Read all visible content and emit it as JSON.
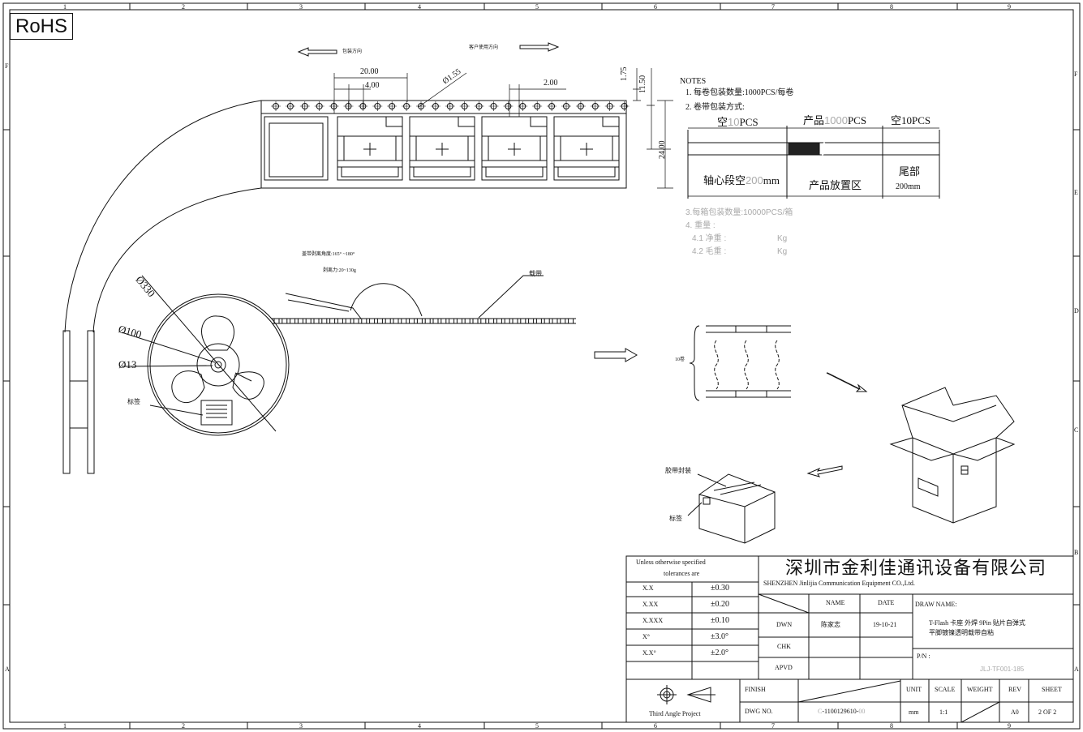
{
  "border": {
    "top_cols": [
      "1",
      "2",
      "3",
      "4",
      "5",
      "6",
      "7",
      "8",
      "9"
    ],
    "bottom_cols": [
      "1",
      "2",
      "3",
      "4",
      "5",
      "6",
      "7",
      "8",
      "9"
    ],
    "left_rows": [
      "F",
      "A"
    ],
    "right_rows": [
      "F",
      "E",
      "D",
      "C",
      "B",
      "A"
    ]
  },
  "rohs": "RoHS",
  "tape": {
    "pack_direction": "包装方向",
    "use_direction": "客户使用方向",
    "dim_pitch": "20.00",
    "dim_hole_pitch": "4.00",
    "dim_hole_dia": "Ø1.55",
    "dim_offset": "2.00",
    "dim_edge": "1.75",
    "dim_row": "11.50",
    "dim_width": "24.00"
  },
  "notes": {
    "title": "NOTES",
    "line1": "1. 每卷包装数量:1000PCS/每卷",
    "line2": "2. 卷带包装方式:",
    "empty_lead_a": "空",
    "empty_lead_b": "10",
    "empty_lead_c": "PCS",
    "product_a": "产品",
    "product_b": "1000",
    "product_c": "PCS",
    "empty_tail": "空10PCS",
    "hub_a": "轴心段空",
    "hub_b": "200",
    "hub_c": "mm",
    "product_area": "产品放置区",
    "tail_a": "尾部",
    "tail_b": "200mm",
    "line3": "3.每箱包装数量:10000PCS/箱",
    "line4": "4. 重量 :",
    "line41": "4.1  净重 :",
    "line41_unit": "Kg",
    "line42": "4.2  毛重 :",
    "line42_unit": "Kg"
  },
  "reel": {
    "d330": "Ø330",
    "d100": "Ø100",
    "d13": "Ø13",
    "label": "标签"
  },
  "peel": {
    "angle": "盖带剥离角度:165° ~180°",
    "force": "剥离力:20~130g",
    "carrier": "载带"
  },
  "box": {
    "qty": "10卷",
    "seal_tape": "胶带封装",
    "label": "标签"
  },
  "title_block": {
    "tol_header1": "Unless otherwise specified",
    "tol_header2": "tolerances are",
    "tolerances": [
      {
        "k": "X.X",
        "v": "±0.30"
      },
      {
        "k": "X.XX",
        "v": "±0.20"
      },
      {
        "k": "X.XXX",
        "v": "±0.10"
      },
      {
        "k": "X°",
        "v": "±3.0°"
      },
      {
        "k": "X.X°",
        "v": "±2.0°"
      }
    ],
    "company_cn": "深圳市金利佳通讯设备有限公司",
    "company_en": "SHENZHEN Jinlijia Communication Equipment CO.,Ltd.",
    "name_h": "NAME",
    "date_h": "DATE",
    "dwn": "DWN",
    "dwn_name": "陈家志",
    "dwn_date": "19-10-21",
    "chk": "CHK",
    "apvd": "APVD",
    "draw_name_label": "DRAW NAME:",
    "draw_name1": "T-Flash 卡座 外焊 9Pin 贴片自弹式",
    "draw_name2": "平脚镀镍透明载带自粘",
    "pn_label": "P/N :",
    "pn_value": "JLJ-TF001-185",
    "finish": "FINISH",
    "dwg_no_label": "DWG NO.",
    "dwg_a": "C",
    "dwg_b": "-1100129610-",
    "dwg_c": "00",
    "unit_h": "UNIT",
    "unit_v": "mm",
    "scale_h": "SCALE",
    "scale_v": "1:1",
    "weight_h": "WEIGHT",
    "rev_h": "REV",
    "rev_v": "A0",
    "sheet_h": "SHEET",
    "sheet_v": "2 OF 2",
    "projection": "Third Angle Project"
  }
}
